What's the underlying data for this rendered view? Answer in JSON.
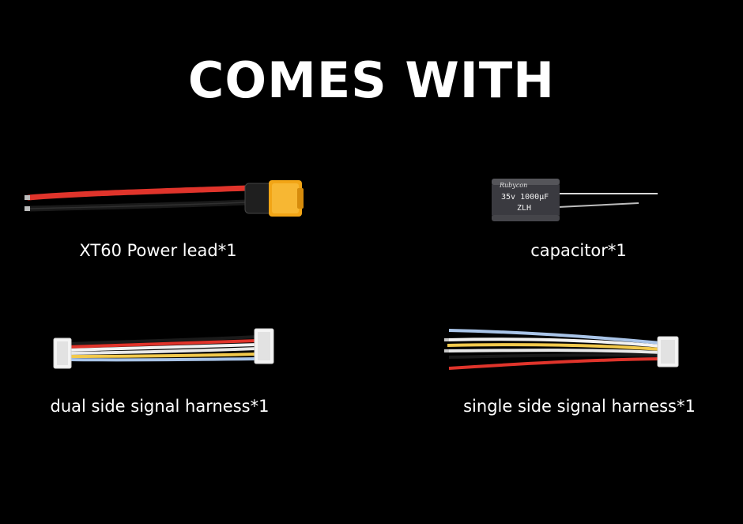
{
  "header": {
    "title": "COMES WITH"
  },
  "items": [
    {
      "icon": "xt60-power-lead-image",
      "label": "XT60 Power lead*1"
    },
    {
      "icon": "capacitor-image",
      "label": "capacitor*1",
      "printed_markings": [
        "Rubycon",
        "35v 1000µF",
        "ZLH"
      ]
    },
    {
      "icon": "dual-side-harness-image",
      "label": "dual side signal harness*1"
    },
    {
      "icon": "single-side-harness-image",
      "label": "single side signal harness*1"
    }
  ],
  "colors": {
    "background": "#000000",
    "text": "#ffffff",
    "connector_yellow": "#f2a516",
    "wire_red": "#e0342b",
    "wire_black": "#1a1a1a"
  }
}
